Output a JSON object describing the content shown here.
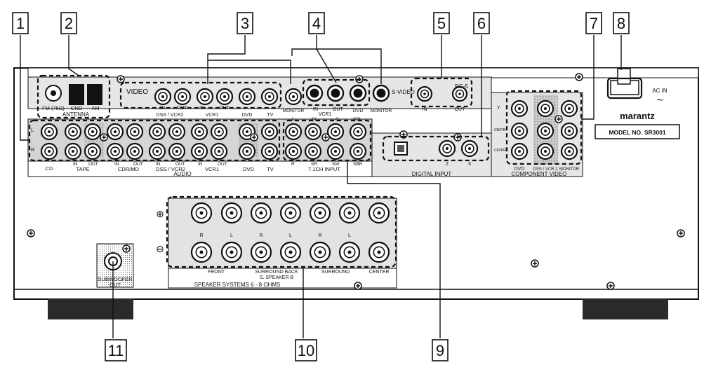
{
  "callouts": [
    "1",
    "2",
    "3",
    "4",
    "5",
    "6",
    "7",
    "8",
    "9",
    "10",
    "11"
  ],
  "antenna": {
    "fm": "FM (75Ω)",
    "gnd": "GND",
    "am": "AM",
    "title": "ANTENNA"
  },
  "video": {
    "title": "VIDEO",
    "in": "IN",
    "out": "OUT",
    "dss_vcr2": "DSS / VCR2",
    "vcr1": "VCR1",
    "dvd": "DVD",
    "tv": "TV",
    "monitor": "MONITOR"
  },
  "svideo": {
    "title": "S-VIDEO",
    "in": "IN",
    "out": "OUT",
    "vcr1": "VCR1",
    "dvd": "DVD",
    "monitor": "MONITOR"
  },
  "rc5": {
    "title": "RC-5",
    "in": "IN",
    "out": "OUT"
  },
  "audio": {
    "l": "L",
    "r": "R",
    "cd": "CD",
    "tape": "TAPE",
    "cdr_md": "CDR/MD",
    "dss_vcr2": "DSS / VCR2",
    "vcr1": "VCR1",
    "dvd": "DVD",
    "tv": "TV",
    "in": "IN",
    "out": "OUT",
    "title": "AUDIO"
  },
  "ch71": {
    "title": "7.1CH INPUT",
    "l": "L",
    "sl": "SL",
    "c": "C",
    "sbl": "SBL",
    "r": "R",
    "sr": "SR",
    "sw": "SW",
    "sbr": "SBR"
  },
  "digital": {
    "title": "DIGITAL INPUT",
    "n2": "2",
    "n3": "3"
  },
  "component": {
    "title": "COMPONENT VIDEO",
    "y": "Y",
    "cb": "CB/PB",
    "cr": "CR/PR",
    "dvd": "DVD",
    "dss": "DSS / VCR 2",
    "monitor": "MONITOR"
  },
  "acin": {
    "label": "AC IN",
    "symbol": "~"
  },
  "brand": {
    "name": "marantz",
    "model": "MODEL NO. SR3001"
  },
  "speakers": {
    "plus": "⊕",
    "minus": "⊖",
    "front": "FRONT",
    "surround_back": "SURROUND BACK",
    "speaker_b": "S. SPEAKER B",
    "surround": "SURROUND",
    "center": "CENTER",
    "r": "R",
    "l": "L",
    "systems": "SPEAKER SYSTEMS  6 - 8 OHMS"
  },
  "sub": {
    "line1": "SUBWOOFER",
    "line2": "OUT"
  }
}
